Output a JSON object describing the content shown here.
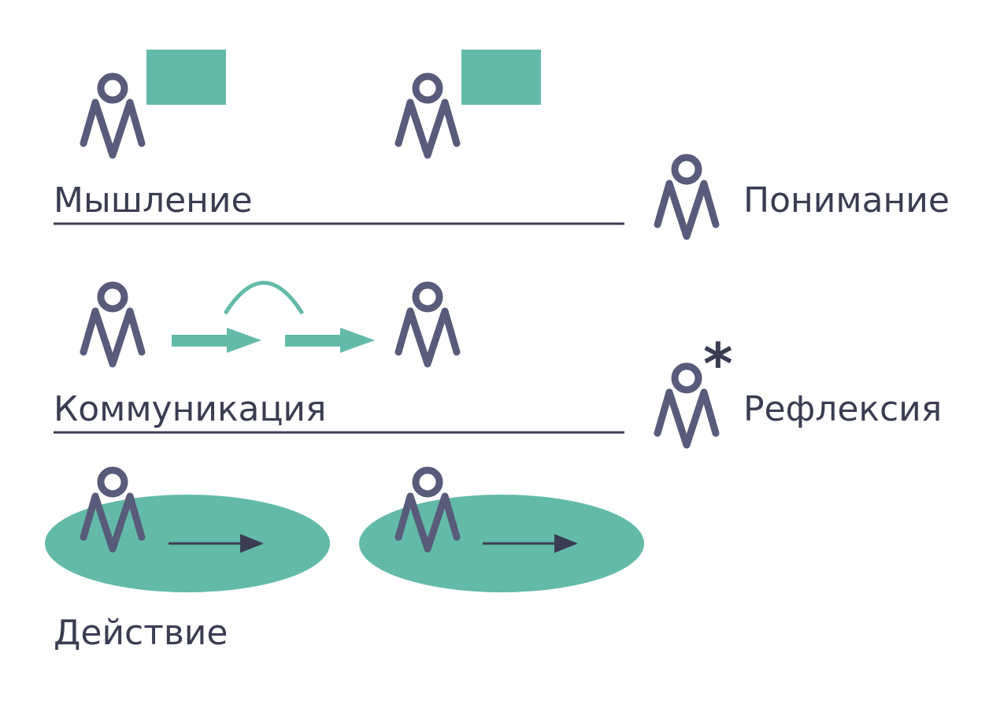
{
  "labels": {
    "thinking": "Мышление",
    "communication": "Коммуникация",
    "action": "Действие",
    "understanding": "Понимание",
    "reflection": "Рефлексия",
    "reflection_mark": "*"
  },
  "icons": {
    "person": "person-icon",
    "thought": "thought-block-icon",
    "message_arrow": "arrow-right-icon",
    "arc": "arc-icon",
    "action_arrow": "arrow-right-icon",
    "asterisk": "asterisk-icon"
  },
  "colors": {
    "figure": "#585b7a",
    "accent": "#63baa9",
    "line": "#3a3d52",
    "text": "#3a3d52"
  }
}
